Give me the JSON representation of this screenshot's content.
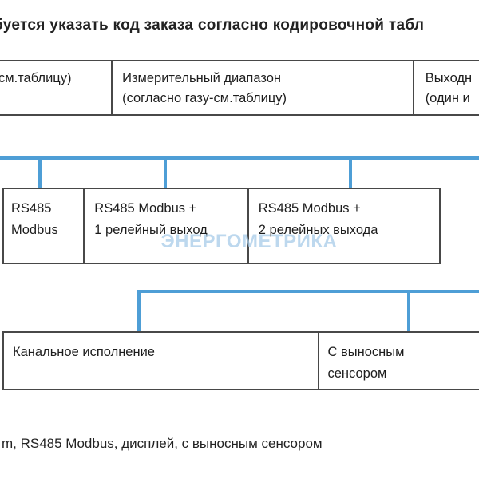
{
  "title": "буется указать код заказа согласно кодировочной табл",
  "colors": {
    "blue": "#4e9ed6",
    "border": "#484848",
    "text": "#1d1d1d",
    "watermark": "#a8cce9"
  },
  "header_row": {
    "cells": [
      {
        "line1": "см.таблицу)"
      },
      {
        "line1": "Измерительный диапазон",
        "line2": "(согласно газу-см.таблицу)"
      },
      {
        "line1": "Выходн",
        "line2": "(один и"
      }
    ]
  },
  "output_row": {
    "cells": [
      {
        "line1": "RS485",
        "line2": "Modbus"
      },
      {
        "line1": "RS485 Modbus +",
        "line2": "1 релейный выход"
      },
      {
        "line1": "RS485 Modbus +",
        "line2": "2 релейных выхода"
      }
    ]
  },
  "design_row": {
    "cells": [
      {
        "line1": "Канальное исполнение"
      },
      {
        "line1": "С выносным",
        "line2": "сенсором"
      }
    ]
  },
  "watermark": "ЭНЕРГОМЕТРИКА",
  "footer_text": "m, RS485 Modbus, дисплей, с выносным сенсором"
}
